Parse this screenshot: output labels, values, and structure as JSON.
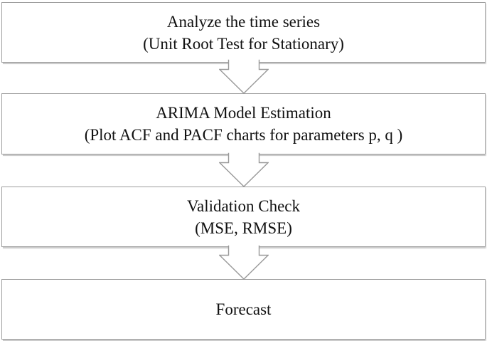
{
  "flowchart": {
    "steps": [
      {
        "title": "Analyze the time series",
        "subtitle": "(Unit Root Test for Stationary)"
      },
      {
        "title": "ARIMA Model Estimation",
        "subtitle": "(Plot ACF and PACF charts for parameters p, q )"
      },
      {
        "title": "Validation Check",
        "subtitle": "(MSE, RMSE)"
      },
      {
        "title": "Forecast",
        "subtitle": ""
      }
    ],
    "connector": "down-arrow",
    "colors": {
      "background": "#ffffff",
      "box_fill": "#ffffff",
      "box_border": "#9e9e9e",
      "arrow_outline": "#999999",
      "text": "#111111",
      "shadow": "#cccccc"
    }
  }
}
